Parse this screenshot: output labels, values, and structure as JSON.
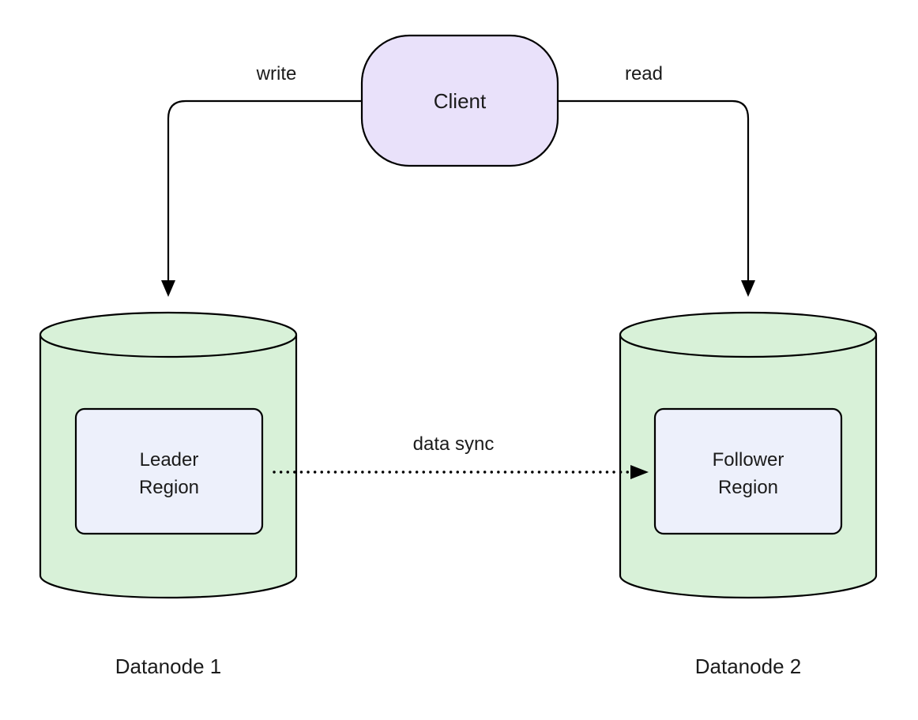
{
  "colors": {
    "stroke": "#000000",
    "text": "#1b1b1b",
    "client_fill": "#e9e1fa",
    "cylinder_fill": "#d8f1d8",
    "region_fill": "#edf0fb"
  },
  "client": {
    "label": "Client"
  },
  "edges": {
    "write": {
      "label": "write"
    },
    "read": {
      "label": "read"
    },
    "data_sync": {
      "label": "data sync"
    }
  },
  "datanode1": {
    "label": "Datanode 1",
    "region": {
      "line1": "Leader",
      "line2": "Region"
    }
  },
  "datanode2": {
    "label": "Datanode 2",
    "region": {
      "line1": "Follower",
      "line2": "Region"
    }
  }
}
